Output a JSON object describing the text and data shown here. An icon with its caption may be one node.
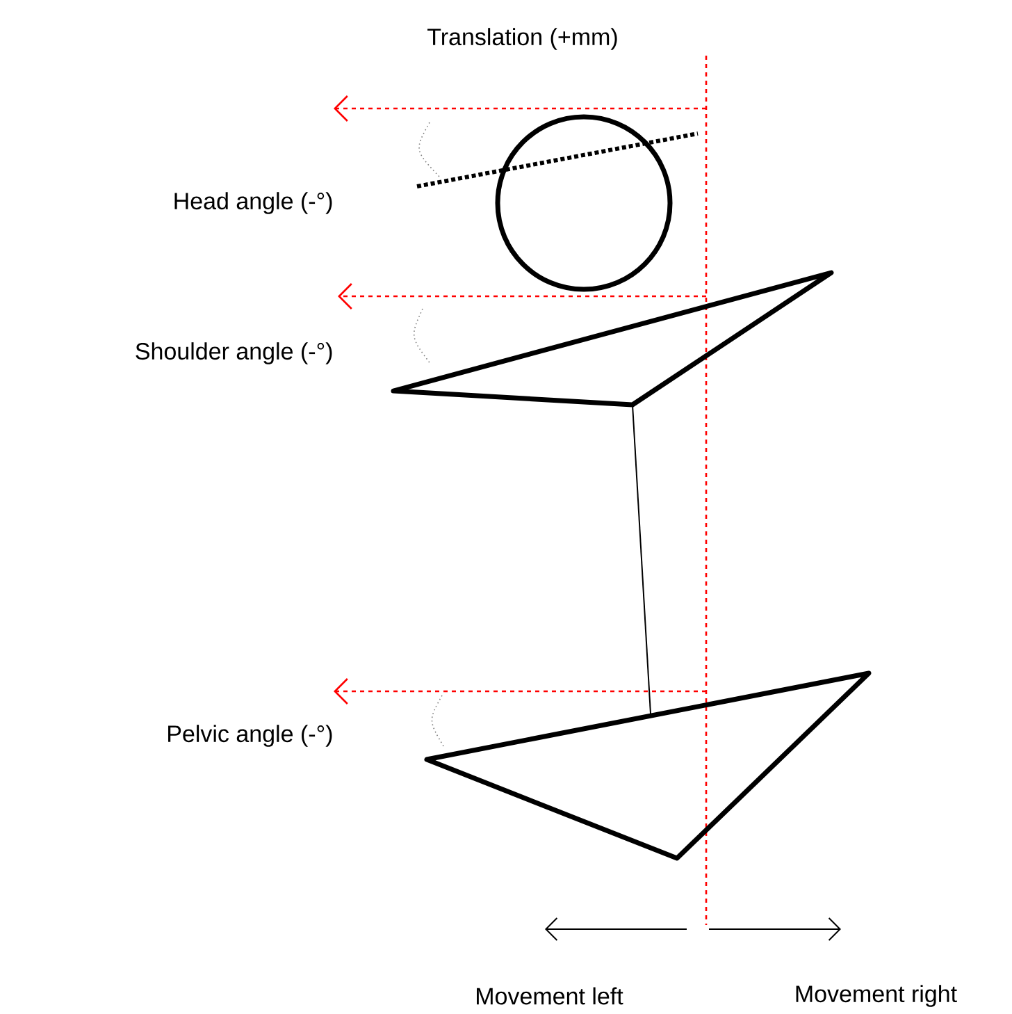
{
  "diagram": {
    "labels": [
      "Translation (+mm)",
      "Head angle (-°)",
      "Shoulder angle (-°)",
      "Pelvic angle (-°)",
      "Movement left",
      "Movement right"
    ]
  }
}
